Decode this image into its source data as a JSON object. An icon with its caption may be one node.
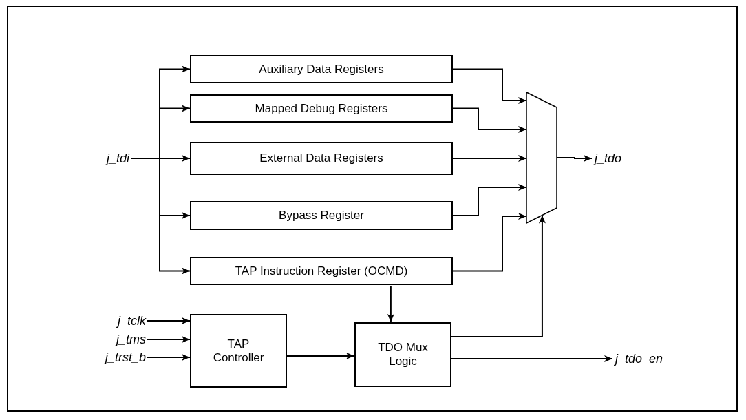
{
  "diagram": {
    "nodes": [
      {
        "text": [
          "j_tdi"
        ]
      },
      {
        "text": [
          "Auxiliary Data Registers"
        ]
      },
      {
        "text": [
          "Mapped Debug Registers"
        ]
      },
      {
        "text": [
          "External Data Registers"
        ]
      },
      {
        "text": [
          "Bypass Register"
        ]
      },
      {
        "text": [
          "TAP Instruction Register (OCMD)"
        ]
      },
      {
        "text": [],
        "shape": "trapezoid"
      },
      {
        "text": [
          "j_tdo"
        ]
      },
      {
        "text": [
          "j_tclk"
        ]
      },
      {
        "text": [
          "j_tms"
        ]
      },
      {
        "text": [
          "j_trst_b"
        ]
      },
      {
        "text": [
          "TAP Controller"
        ]
      },
      {
        "text": [
          "TDO Mux Logic"
        ]
      },
      {
        "text": [
          "j_tdo_en"
        ]
      }
    ],
    "edges": [
      {
        "from": 0,
        "to": 1,
        "arrow": "to"
      },
      {
        "from": 0,
        "to": 2,
        "arrow": "to"
      },
      {
        "from": 0,
        "to": 3,
        "arrow": "to"
      },
      {
        "from": 0,
        "to": 4,
        "arrow": "to"
      },
      {
        "from": 0,
        "to": 5,
        "arrow": "to"
      },
      {
        "from": 1,
        "to": 6,
        "arrow": "to"
      },
      {
        "from": 2,
        "to": 6,
        "arrow": "to"
      },
      {
        "from": 3,
        "to": 6,
        "arrow": "to"
      },
      {
        "from": 4,
        "to": 6,
        "arrow": "to"
      },
      {
        "from": 5,
        "to": 6,
        "arrow": "to"
      },
      {
        "from": 6,
        "to": 7,
        "arrow": "to"
      },
      {
        "from": 8,
        "to": 11,
        "arrow": "to"
      },
      {
        "from": 9,
        "to": 11,
        "arrow": "to"
      },
      {
        "from": 10,
        "to": 11,
        "arrow": "to"
      },
      {
        "from": 5,
        "to": 12,
        "arrow": "to"
      },
      {
        "from": 11,
        "to": 12,
        "arrow": "to"
      },
      {
        "from": 12,
        "to": 6,
        "arrow": "to"
      },
      {
        "from": 12,
        "to": 13,
        "arrow": "to"
      }
    ]
  }
}
